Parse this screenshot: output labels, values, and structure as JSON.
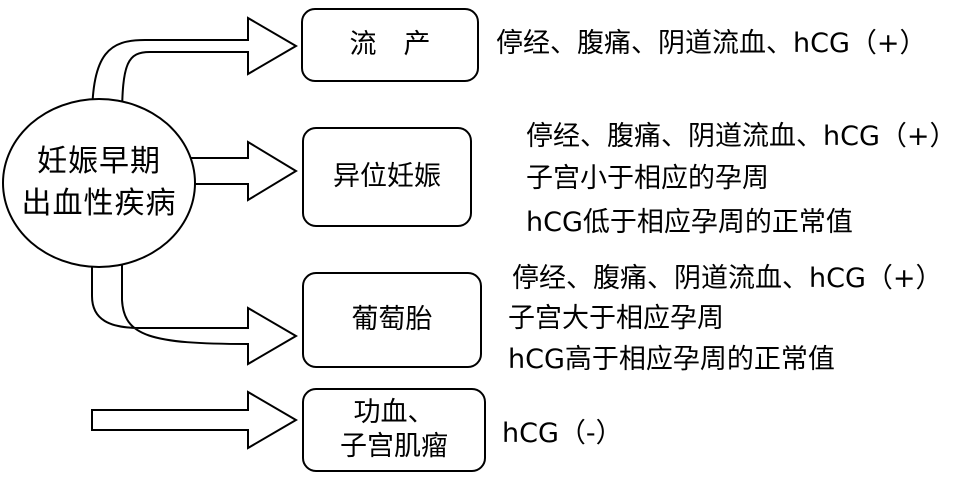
{
  "root": {
    "line1": "妊娠早期",
    "line2": "出血性疾病"
  },
  "branches": [
    {
      "label_lines": [
        "流　产"
      ],
      "details": [
        "停经、腹痛、阴道流血、hCG（+）"
      ]
    },
    {
      "label_lines": [
        "异位妊娠"
      ],
      "details": [
        "停经、腹痛、阴道流血、hCG（+）",
        "子宫小于相应的孕周",
        "hCG低于相应孕周的正常值"
      ]
    },
    {
      "label_lines": [
        "葡萄胎"
      ],
      "details": [
        "停经、腹痛、阴道流血、hCG（+）",
        "子宫大于相应孕周",
        "hCG高于相应孕周的正常值"
      ]
    },
    {
      "label_lines": [
        "功血、",
        "子宫肌瘤"
      ],
      "details": [
        "hCG（-）"
      ]
    }
  ]
}
